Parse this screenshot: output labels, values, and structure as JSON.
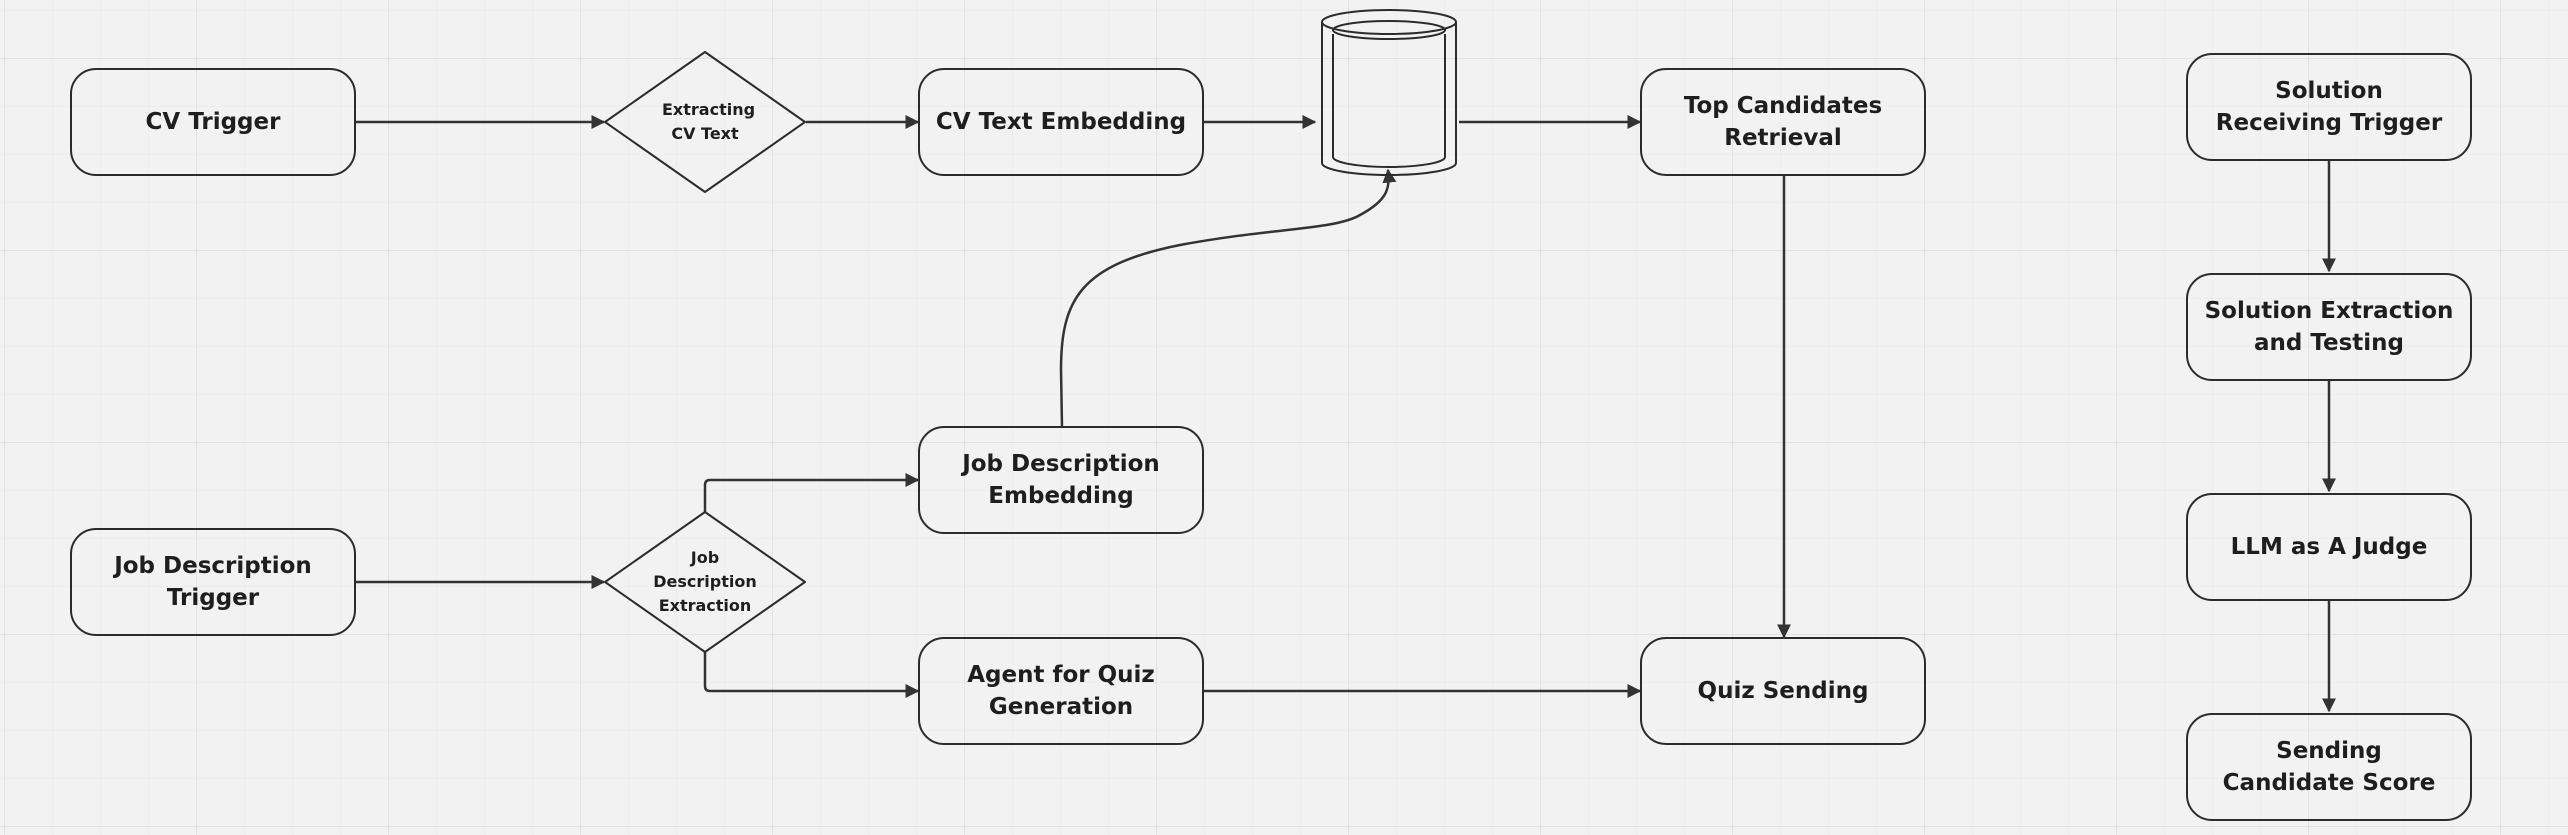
{
  "nodes": {
    "cv_trigger": "CV Trigger",
    "extracting_cv_text": "Extracting CV Text",
    "cv_text_embedding": "CV Text Embedding",
    "top_candidates_retrieval": "Top Candidates Retrieval",
    "job_description_trigger": "Job Description Trigger",
    "job_description_extraction": "Job Description Extraction",
    "job_description_embedding": "Job Description Embedding",
    "agent_for_quiz_generation": "Agent for Quiz Generation",
    "quiz_sending": "Quiz Sending",
    "solution_receiving_trigger": "Solution Receiving Trigger",
    "solution_extraction_and_testing": "Solution Extraction and Testing",
    "llm_as_a_judge": "LLM as A Judge",
    "sending_candidate_score": "Sending Candidate Score"
  },
  "edges": [
    {
      "from": "cv_trigger",
      "to": "extracting_cv_text"
    },
    {
      "from": "extracting_cv_text",
      "to": "cv_text_embedding"
    },
    {
      "from": "cv_text_embedding",
      "to": "vector_database"
    },
    {
      "from": "vector_database",
      "to": "top_candidates_retrieval"
    },
    {
      "from": "job_description_embedding",
      "to": "vector_database"
    },
    {
      "from": "top_candidates_retrieval",
      "to": "quiz_sending"
    },
    {
      "from": "job_description_trigger",
      "to": "job_description_extraction"
    },
    {
      "from": "job_description_extraction",
      "to": "job_description_embedding"
    },
    {
      "from": "job_description_extraction",
      "to": "agent_for_quiz_generation"
    },
    {
      "from": "agent_for_quiz_generation",
      "to": "quiz_sending"
    },
    {
      "from": "solution_receiving_trigger",
      "to": "solution_extraction_and_testing"
    },
    {
      "from": "solution_extraction_and_testing",
      "to": "llm_as_a_judge"
    },
    {
      "from": "llm_as_a_judge",
      "to": "sending_candidate_score"
    }
  ],
  "colors": {
    "background": "#f2f2f2",
    "grid": "#e2e2e2",
    "stroke": "#2b2b2b",
    "text": "#1e1e1e"
  }
}
